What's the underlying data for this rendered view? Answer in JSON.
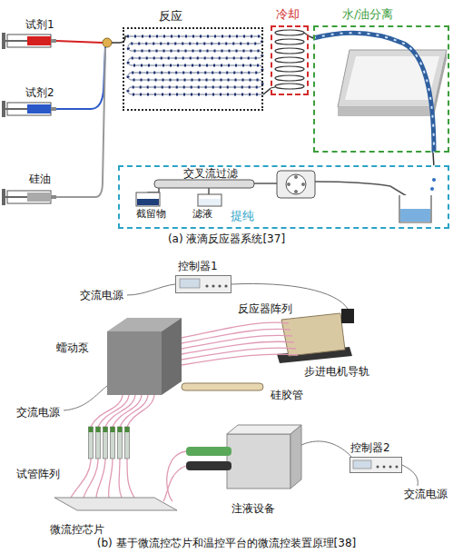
{
  "diagram": {
    "nodes": [
      {
        "text": [
          "反应"
        ]
      },
      {
        "text": [
          "冷却"
        ]
      },
      {
        "text": [
          "水/油分离"
        ]
      },
      {
        "text": [
          "交叉流过滤",
          "截留物",
          "滤液",
          "提纯"
        ]
      },
      {
        "text": [
          "控制器1"
        ]
      },
      {
        "text": [
          "控制器2"
        ]
      }
    ],
    "edges": [
      {
        "from": 0,
        "to": 1,
        "arrow": "none"
      },
      {
        "from": 1,
        "to": 2,
        "arrow": "none"
      },
      {
        "from": 2,
        "to": 3,
        "arrow": "none"
      }
    ],
    "labels": [
      "试剂1",
      "试剂2",
      "硅油",
      "(a) 液滴反应器系统[37]",
      "交流电源",
      "反应器阵列",
      "蠕动泵",
      "步进电机导轨",
      "硅胶管",
      "交流电源",
      "试管阵列",
      "交流电源",
      "微流控芯片",
      "注液设备",
      "(b) 基于微流控芯片和温控平台的微流控装置原理[38]"
    ]
  }
}
